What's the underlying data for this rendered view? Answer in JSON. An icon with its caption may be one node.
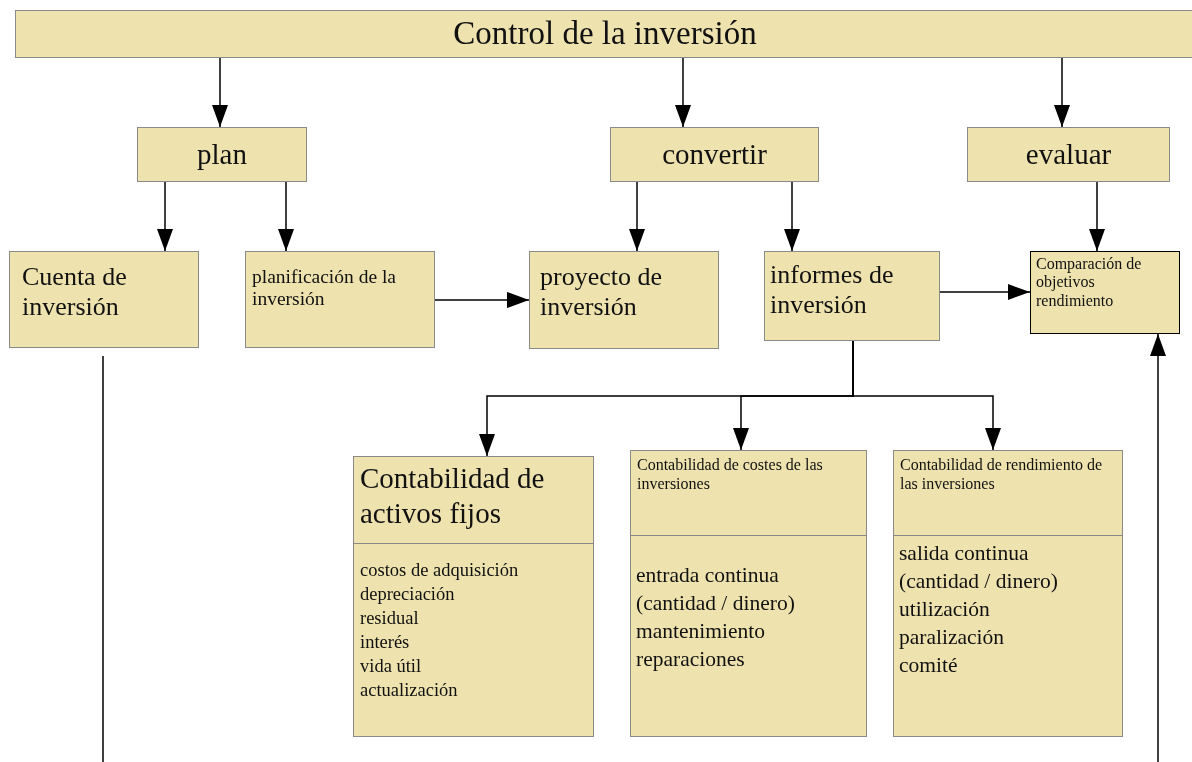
{
  "diagram": {
    "nodes": [
      {
        "text": [
          "Control de la inversión"
        ]
      },
      {
        "text": [
          "plan"
        ]
      },
      {
        "text": [
          "convertir"
        ]
      },
      {
        "text": [
          "evaluar"
        ]
      },
      {
        "text": [
          "Cuenta de inversión"
        ]
      },
      {
        "text": [
          "planificación de la inversión"
        ]
      },
      {
        "text": [
          "proyecto de inversión"
        ]
      },
      {
        "text": [
          "informes de inversión"
        ]
      },
      {
        "text": [
          "Comparación de objetivos rendimiento"
        ]
      },
      {
        "text": [
          "Contabilidad de activos fijos",
          "costos de adquisición",
          "depreciación",
          "residual",
          "interés",
          "vida útil",
          "actualización"
        ]
      },
      {
        "text": [
          "Contabilidad de costes de las inversiones",
          "entrada continua",
          "(cantidad / dinero)",
          "mantenimiento",
          "reparaciones"
        ]
      },
      {
        "text": [
          "Contabilidad de rendimiento de las inversiones",
          "salida continua",
          "(cantidad / dinero)",
          "utilización",
          "paralización",
          "comité"
        ]
      }
    ],
    "edges": [
      {
        "from": 0,
        "to": 1,
        "arrow": "to"
      },
      {
        "from": 0,
        "to": 2,
        "arrow": "to"
      },
      {
        "from": 0,
        "to": 3,
        "arrow": "to"
      },
      {
        "from": 1,
        "to": 4,
        "arrow": "to"
      },
      {
        "from": 1,
        "to": 5,
        "arrow": "to"
      },
      {
        "from": 2,
        "to": 6,
        "arrow": "to"
      },
      {
        "from": 2,
        "to": 7,
        "arrow": "to"
      },
      {
        "from": 3,
        "to": 8,
        "arrow": "to"
      },
      {
        "from": 5,
        "to": 6,
        "arrow": "to"
      },
      {
        "from": 7,
        "to": 8,
        "arrow": "to"
      },
      {
        "from": 7,
        "to": 9,
        "arrow": "to"
      },
      {
        "from": 7,
        "to": 10,
        "arrow": "to"
      },
      {
        "from": 7,
        "to": 11,
        "arrow": "to"
      },
      {
        "from": 4,
        "to": null,
        "arrow": "none"
      },
      {
        "from": null,
        "to": 8,
        "arrow": "to"
      }
    ]
  }
}
